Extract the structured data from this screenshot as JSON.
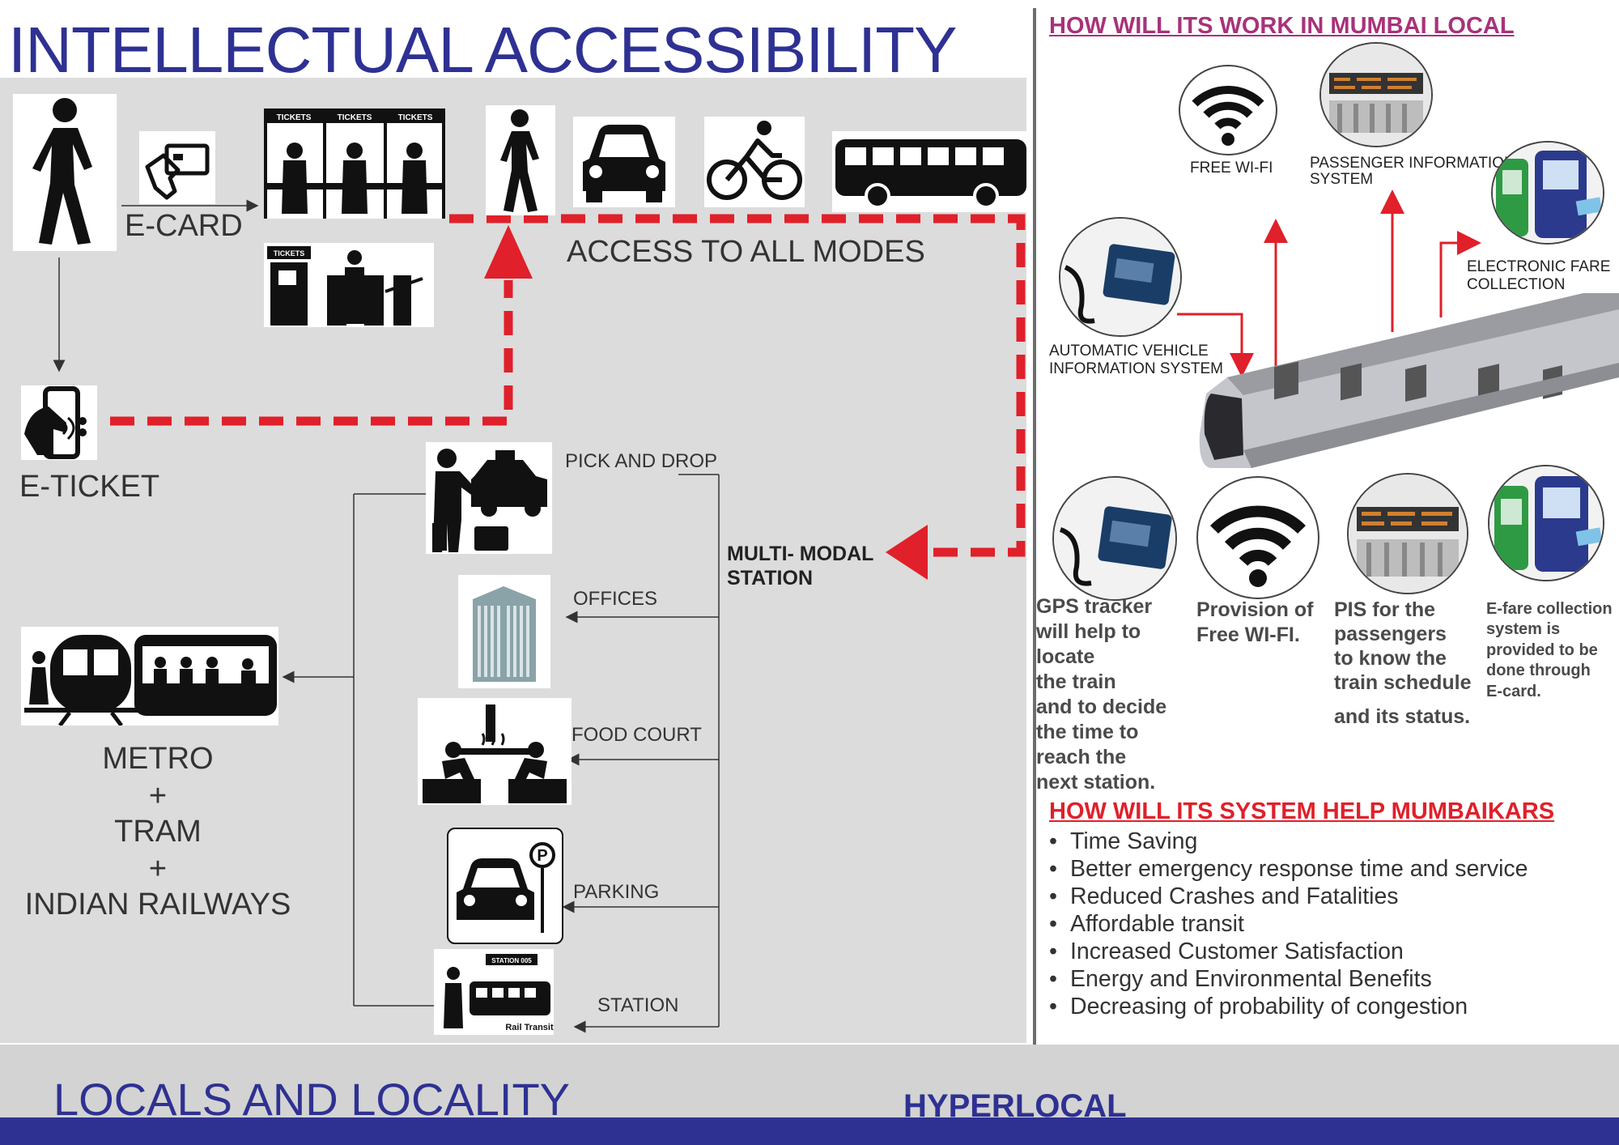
{
  "title": "INTELLECTUAL ACCESSIBILITY",
  "left": {
    "e_card": "E-CARD",
    "e_ticket": "E-TICKET",
    "access_all_modes": "ACCESS TO ALL MODES",
    "multimodal_station": [
      "MULTI- MODAL",
      "STATION"
    ],
    "destinations": {
      "pick_drop": "PICK AND DROP",
      "offices": "OFFICES",
      "food_court": "FOOD COURT",
      "parking": "PARKING",
      "station": "STATION"
    },
    "metro_block": [
      "METRO",
      "+",
      "TRAM",
      "+",
      "INDIAN RAILWAYS"
    ],
    "ticket_signs": [
      "TICKETS",
      "TICKETS",
      "TICKETS",
      "TICKETS"
    ],
    "rail_sign": "STATION 005",
    "rail_caption": "Rail Transit"
  },
  "right": {
    "heading_work": "HOW WILL ITS WORK IN MUMBAI LOCAL",
    "free_wifi": "FREE WI-FI",
    "pis": [
      "PASSENGER INFORMATION",
      "SYSTEM"
    ],
    "efc": [
      "ELECTRONIC FARE",
      "COLLECTION"
    ],
    "avis": [
      "AUTOMATIC VEHICLE",
      "INFORMATION SYSTEM"
    ],
    "desc_gps": [
      "GPS tracker",
      "will help to",
      "locate",
      "the train",
      "and to decide",
      "the time to",
      "reach the",
      "next station."
    ],
    "desc_wifi": [
      "Provision of",
      "Free WI-FI."
    ],
    "desc_pis": [
      "PIS for the",
      "passengers",
      "to know the",
      "train schedule",
      "and its status."
    ],
    "desc_efare": [
      "E-fare collection",
      "system is",
      "provided to be",
      "done through",
      "E-card."
    ],
    "heading_help": "HOW WILL ITS SYSTEM HELP MUMBAIKARS",
    "benefits": [
      "Time Saving",
      "Better emergency response time and service",
      "Reduced Crashes and Fatalities",
      "Affordable transit",
      "Increased Customer Satisfaction",
      "Energy and Environmental Benefits",
      "Decreasing of probability of congestion"
    ]
  },
  "bottom": {
    "left_title": "LOCALS AND LOCALITY",
    "center_title": "HYPERLOCAL"
  },
  "colors": {
    "title_blue": "#2e3192",
    "panel_gray": "#dcdcdc",
    "dashed_red": "#e0202a",
    "heading_magenta": "#a8327a",
    "heading_red": "#e0202a",
    "arrow_red": "#e0202a"
  }
}
